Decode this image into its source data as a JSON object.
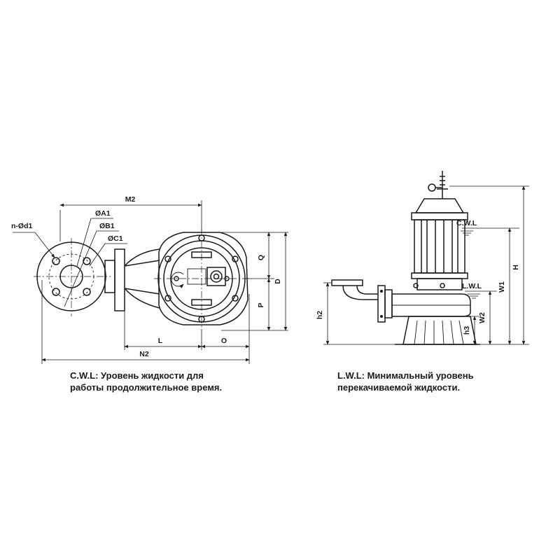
{
  "plan_view": {
    "dimension_labels": {
      "m2": "M2",
      "a1": "ØA1",
      "b1": "ØB1",
      "c1": "ØC1",
      "bolt_holes": "n-Ød1",
      "q": "Q",
      "p": "P",
      "d": "D",
      "l": "L",
      "o": "O",
      "n2": "N2"
    }
  },
  "side_view": {
    "level_labels": {
      "cwl": "C.W.L",
      "lwl": "L.W.L"
    },
    "dimension_labels": {
      "h": "H",
      "w1": "W1",
      "w2": "W2",
      "h2": "h2",
      "h3": "h3"
    }
  },
  "notes": {
    "cwl": {
      "line1": "C.W.L: Уровень жидкости для",
      "line2": "работы продолжительное время."
    },
    "lwl": {
      "line1": "L.W.L: Минимальный уровень",
      "line2": "перекачиваемой жидкости."
    }
  },
  "colors": {
    "line": "#1a1a1a",
    "background": "#ffffff"
  }
}
